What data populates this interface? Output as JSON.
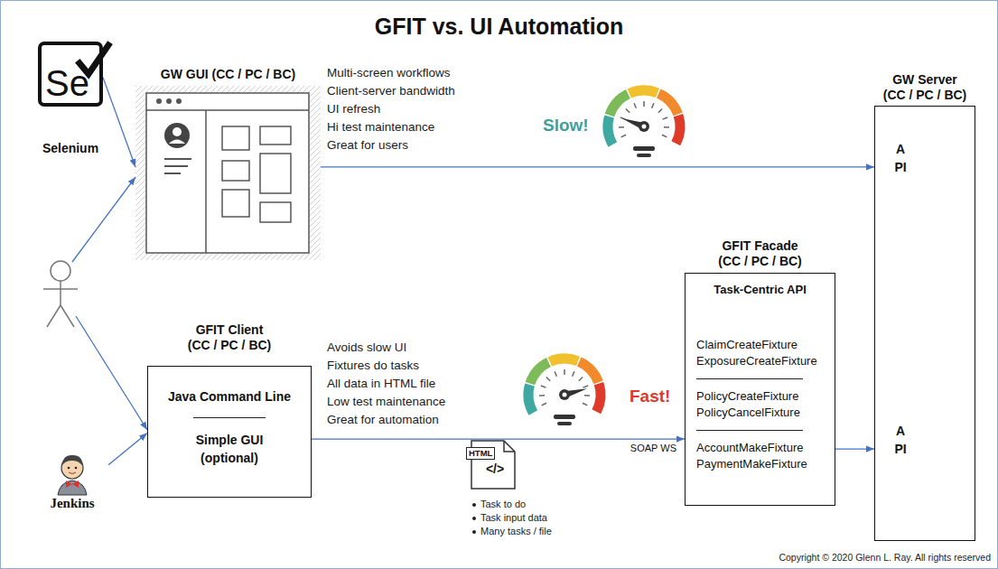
{
  "diagram": {
    "title": "GFIT vs. UI Automation",
    "nodes": [
      {
        "text": [
          "Se",
          "Selenium"
        ]
      },
      {
        "text": [
          "GW GUI (CC / PC / BC)"
        ]
      },
      {
        "text": [
          "GW Server (CC / PC / BC)"
        ]
      },
      {
        "text": [
          "GFIT Facade (CC / PC / BC)",
          "Task-Centric API",
          "ClaimCreateFixture ExposureCreateFixture",
          "PolicyCreateFixture PolicyCancelFixture",
          "AccountMakeFixture PaymentMakeFixture"
        ]
      },
      {
        "text": [
          "GFIT Client (CC / PC / BC)",
          "Java Command Line",
          "Simple GUI (optional)"
        ]
      },
      {
        "text": [
          "HTML",
          "</>"
        ]
      },
      {
        "text": [
          "Jenkins"
        ]
      }
    ],
    "edges": [
      {
        "from": 0,
        "to": 1,
        "arrow": "to"
      },
      {
        "from": 1,
        "to": 2,
        "arrow": "to"
      },
      {
        "from": 4,
        "to": 3,
        "label": "SOAP WS",
        "arrow": "to"
      },
      {
        "from": 3,
        "to": 2,
        "arrow": "to"
      },
      {
        "from": 6,
        "to": 4,
        "arrow": "to"
      }
    ],
    "labels": [
      "Multi-screen workflows",
      "Client-server bandwidth",
      "UI refresh",
      "Hi test maintenance",
      "Great for users",
      "Slow!",
      "API",
      "API",
      "Avoids slow UI",
      "Fixtures do tasks",
      "All data in HTML file",
      "Low test maintenance",
      "Great for automation",
      "Fast!",
      "Task to do",
      "Task input data",
      "Many tasks / file",
      "Copyright © 2020 Glenn L. Ray.  All rights reserved"
    ]
  }
}
